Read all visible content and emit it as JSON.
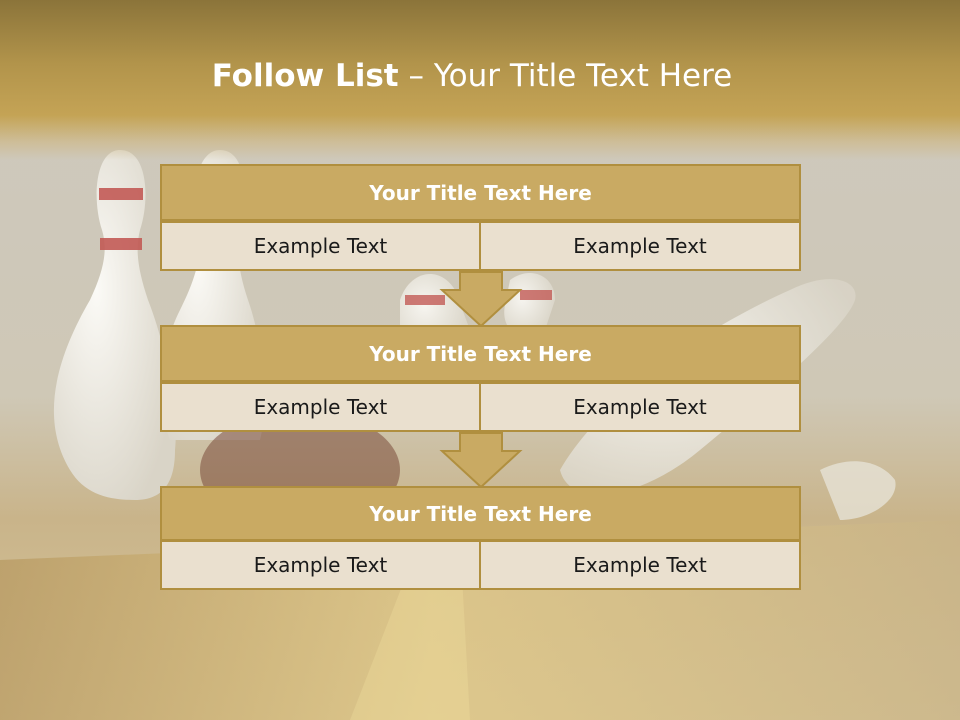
{
  "slide": {
    "title_bold": "Follow List",
    "title_rest": "– Your Title Text Here"
  },
  "stages": [
    {
      "title": "Your Title Text Here",
      "left": "Example Text",
      "right": "Example Text"
    },
    {
      "title": "Your Title Text Here",
      "left": "Example Text",
      "right": "Example Text"
    },
    {
      "title": "Your Title Text Here",
      "left": "Example Text",
      "right": "Example Text"
    }
  ],
  "colors": {
    "accent_gold": "#c9aa63",
    "border_gold": "#b08f3f",
    "cell_fill": "#eae0cf"
  }
}
